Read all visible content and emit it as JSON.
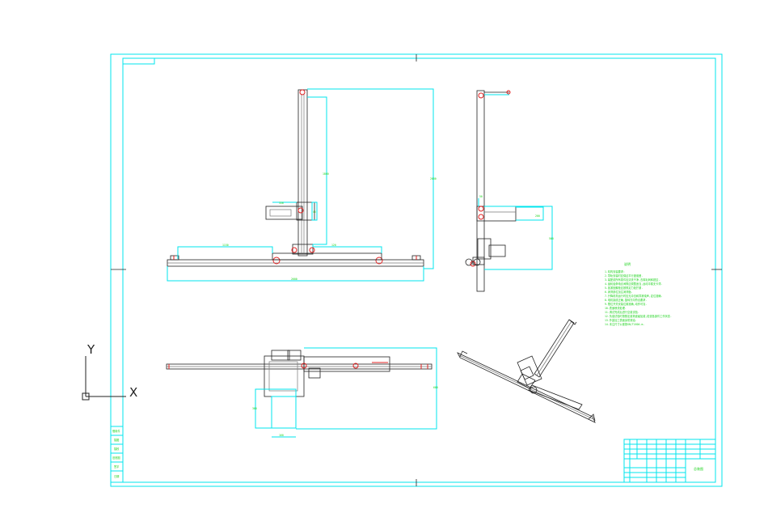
{
  "ucs": {
    "x_label": "X",
    "y_label": "Y"
  },
  "notes": {
    "title": "说明",
    "lines": [
      "1.机构安装要求:",
      "2.导轨安装时应保证平行度误差.",
      "3.装配前所有零件应清洗干净,去除毛刺和锐边.",
      "4.齿轮齿条啮合间隙应调整适当,运动平稳无卡滞.",
      "5.各紧固螺栓应按规定力矩拧紧.",
      "6.润滑部位加注润滑脂.",
      "7.升降机构运行时应无冲击和异常噪声,定位准确.",
      "8.电机接线正确,旋转方向符合要求.",
      "9.限位开关安装位置准确,动作可靠.",
      "10.表面喷漆处理.",
      "11.调试完成后进行空载试验.",
      "12.负载试验时按额定载荷逐级加载,检查各部件工作状态.",
      "13.外露加工表面涂防锈油.",
      "14.未注尺寸公差按GB/T1804-m."
    ]
  },
  "left_table": {
    "rows": [
      "借用件",
      "描图",
      "描校",
      "旧底图",
      "签字",
      "日期"
    ]
  },
  "title_block": {
    "drawing_name": "总装图"
  }
}
